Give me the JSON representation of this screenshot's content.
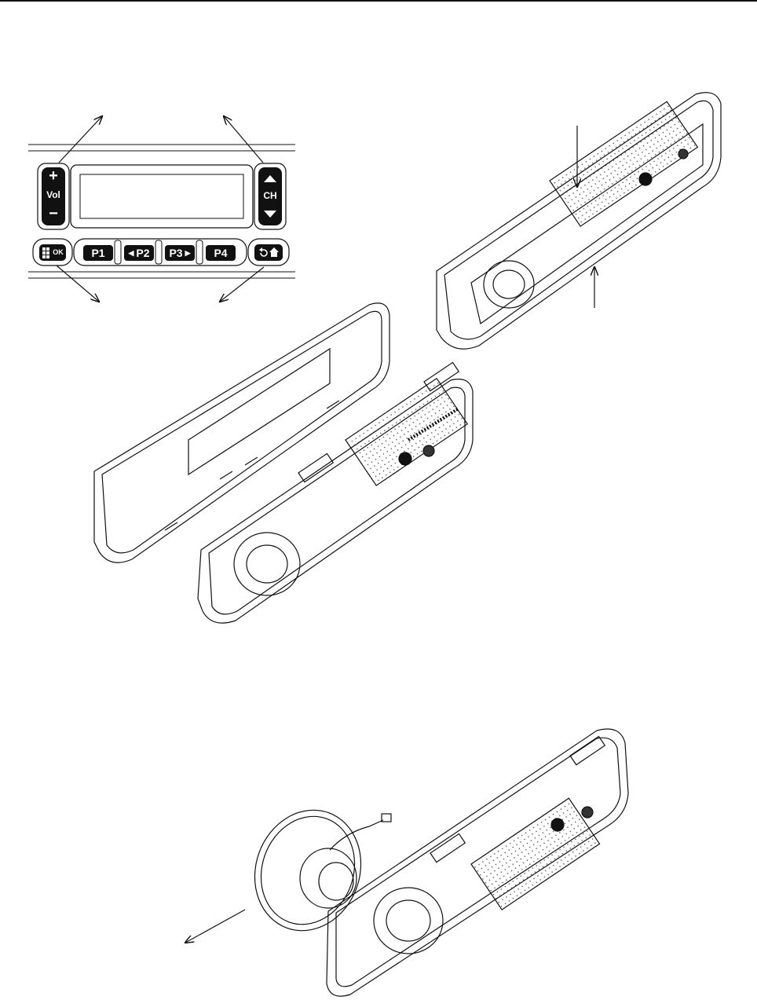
{
  "control_head": {
    "vol_plus": "+",
    "vol_label": "Vol",
    "vol_minus": "−",
    "ch_label": "CH",
    "menu_ok_label": "OK",
    "p1_label": "P1",
    "p2_label": "P2",
    "p3_label": "P3",
    "p4_label": "P4"
  },
  "icons": {
    "ch_up": "triangle-up-icon",
    "ch_down": "triangle-down-icon",
    "p2_left": "triangle-left-icon",
    "p3_right": "triangle-right-icon",
    "menu": "menu-grid-icon",
    "back": "back-arrow-icon",
    "home": "home-icon"
  },
  "colors": {
    "ink": "#111111",
    "paper": "#ffffff"
  }
}
